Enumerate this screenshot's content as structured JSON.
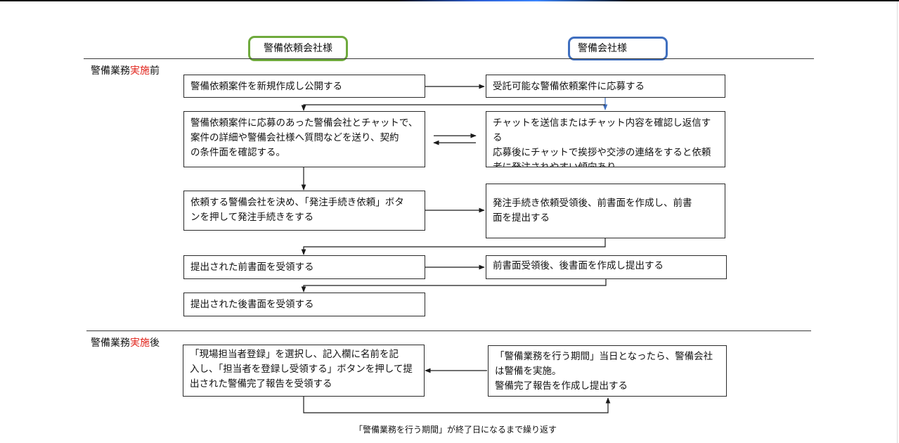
{
  "headers": {
    "client": "警備依頼会社様",
    "company": "警備会社様"
  },
  "sections": {
    "before": {
      "prefix": "警備業務",
      "highlight": "実施",
      "suffix": "前"
    },
    "after": {
      "prefix": "警備業務",
      "highlight": "実施",
      "suffix": "後"
    }
  },
  "steps": {
    "client_create": "警備依頼案件を新規作成し公開する",
    "company_apply": "受託可能な警備依頼案件に応募する",
    "client_chat": "警備依頼案件に応募のあった警備会社とチャットで、\n案件の詳細や警備会社様へ質問などを送り、契約\nの条件面を確認する。",
    "company_chat": "チャットを送信またはチャット内容を確認し返信する\n応募後にチャットで挨拶や交渉の連絡をすると依頼\n者に発注されやすい傾向あり",
    "client_order": "依頼する警備会社を決め、「発注手続き依頼」ボタ\nンを押して発注手続きをする",
    "company_pre_doc": "発注手続き依頼受領後、前書面を作成し、前書\n面を提出する",
    "client_receive_pre": "提出された前書面を受領する",
    "company_post_doc": "前書面受領後、後書面を作成し提出する",
    "client_receive_post": "提出された後書面を受領する",
    "client_report_receive": "「現場担当者登録」を選択し、記入欄に名前を記\n入し、「担当者を登録し受領する」ボタンを押して提\n出された警備完了報告を受領する",
    "company_execute": "「警備業務を行う期間」当日となったら、警備会社\nは警備を実施。\n警備完了報告を作成し提出する"
  },
  "loop_note": "「警備業務を行う期間」が終了日になるまで繰り返す",
  "colors": {
    "client_border": "#6faa3d",
    "company_border": "#3f6fbf",
    "highlight_text": "#e1231b",
    "blue_arrow": "#3f6fbf"
  }
}
